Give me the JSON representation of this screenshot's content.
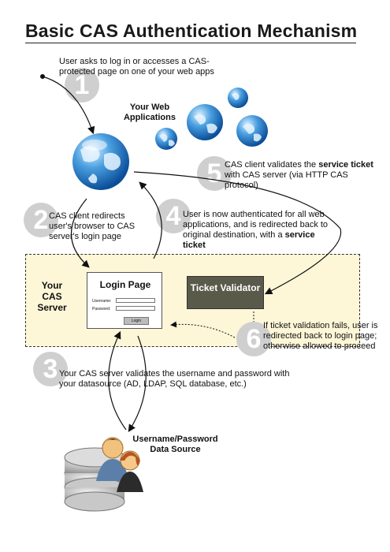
{
  "title": "Basic CAS Authentication Mechanism",
  "steps": [
    {
      "num": "1",
      "text": "User asks to log in or accesses a CAS-protected page on one of your web apps"
    },
    {
      "num": "2",
      "text": "CAS client redirects user's browser to CAS server's login page"
    },
    {
      "num": "3",
      "text": "Your CAS server validates the username and password with your datasource (AD, LDAP, SQL database, etc.)"
    },
    {
      "num": "4",
      "text_a": "User is now authenticated for all web applications, and is redirected back to original destination, with a ",
      "text_b": "service ticket"
    },
    {
      "num": "5",
      "text_a": "CAS client validates the ",
      "text_b": "service ticket",
      "text_c": " with CAS server (via HTTP CAS protocol)"
    },
    {
      "num": "6",
      "text": "If ticket validation fails, user is redirected back to login page; otherwise allowed to proceed"
    }
  ],
  "web_apps_label": "Your Web Applications",
  "cas_server_label": "Your CAS Server",
  "login_page": {
    "title": "Login Page",
    "username_label": "Username:",
    "password_label": "Password:",
    "button_label": "Login"
  },
  "ticket_validator_label": "Ticket Validator",
  "datasource_label": "Username/Password Data Source"
}
